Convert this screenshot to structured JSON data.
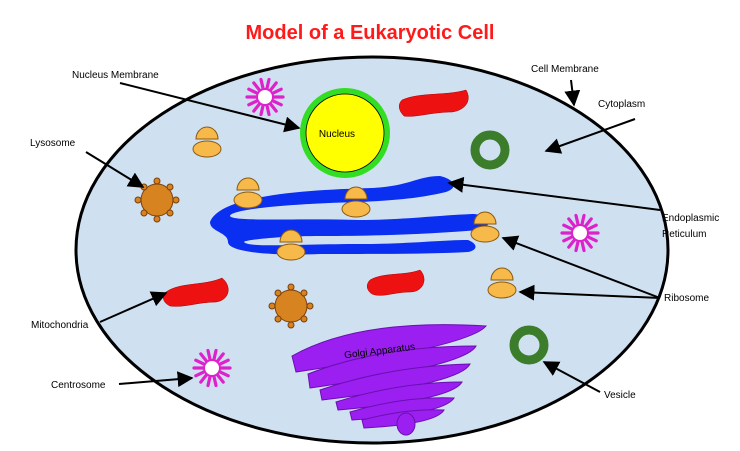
{
  "title": "Model of a Eukaryotic Cell",
  "colors": {
    "title": "#ff1a1a",
    "cytoplasm": "#cfe0f1",
    "nucleus_fill": "#ffff00",
    "nucleus_ring": "#33dd22",
    "er": "#0b2ff0",
    "mitochondria": "#ee1111",
    "ribosome": "#f7b94a",
    "lysosome": "#d7831f",
    "centrosome": "#dd22cc",
    "vesicle": "#3b7d2a",
    "golgi": "#9b1ff0"
  },
  "inner_labels": {
    "nucleus": "Nucleus",
    "golgi": "Golgi Apparatus"
  },
  "labels": {
    "nucleus_membrane": "Nucleus Membrane",
    "cell_membrane": "Cell Membrane",
    "cytoplasm": "Cytoplasm",
    "lysosome": "Lysosome",
    "er_line1": "Endoplasmic",
    "er_line2": "Reticulum",
    "ribosome": "Ribosome",
    "mitochondria": "Mitochondria",
    "centrosome": "Centrosome",
    "vesicle": "Vesicle"
  }
}
